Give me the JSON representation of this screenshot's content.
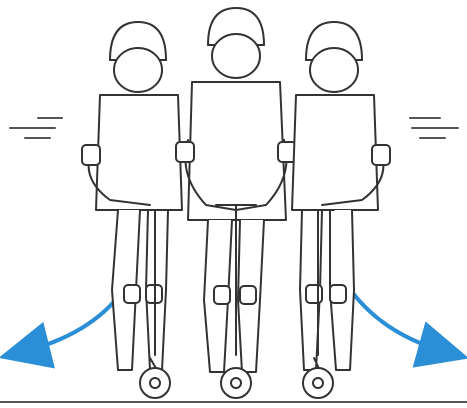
{
  "illustration": {
    "riders": [
      "left-rider",
      "center-rider",
      "right-rider"
    ],
    "colors": {
      "line": "#333333",
      "accent": "#2a8fd6",
      "background": "#ffffff",
      "ground": "#555555"
    },
    "icons": [
      "helmet-icon",
      "scooter-icon",
      "arrow-left-icon",
      "arrow-right-icon",
      "motion-lines-icon"
    ]
  }
}
